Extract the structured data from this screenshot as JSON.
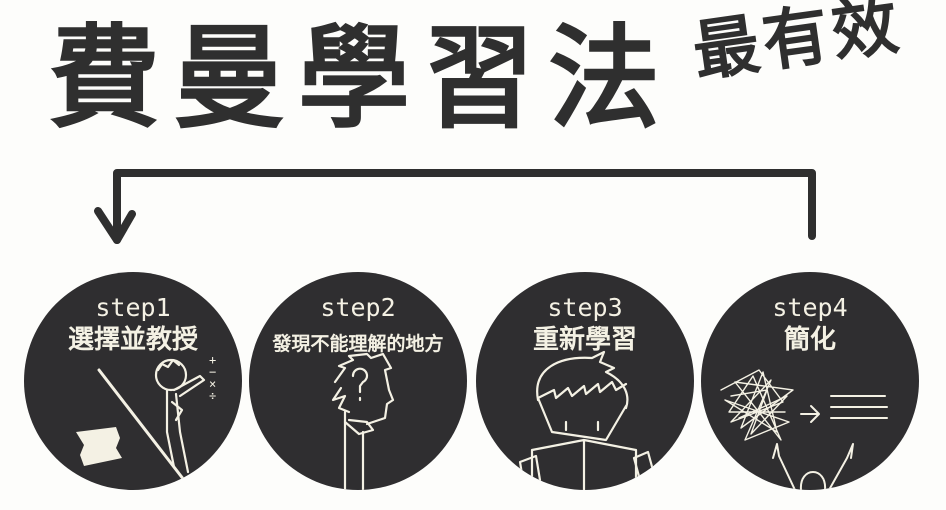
{
  "header": {
    "title": "費曼學習法",
    "subtitle": "最有效"
  },
  "flow": {
    "loop_arrow": "arrow from step4 back to step1",
    "colors": {
      "ink": "#2f2f2f",
      "circle": "#2f2e30",
      "chalk": "#f4f1e4",
      "background": "#fdfdfb"
    }
  },
  "steps": [
    {
      "label": "step1",
      "title": "選擇並教授",
      "icon": "teacher-at-blackboard-icon",
      "symbols": [
        "+",
        "−",
        "×",
        "÷"
      ]
    },
    {
      "label": "step2",
      "title": "發現不能理解的地方",
      "icon": "thinking-person-icon",
      "symbols": [
        "?"
      ]
    },
    {
      "label": "step3",
      "title": "重新學習",
      "icon": "person-reading-book-icon"
    },
    {
      "label": "step4",
      "title": "簡化",
      "icon": "simplify-tangle-to-lines-icon",
      "symbols": [
        "→"
      ]
    }
  ]
}
